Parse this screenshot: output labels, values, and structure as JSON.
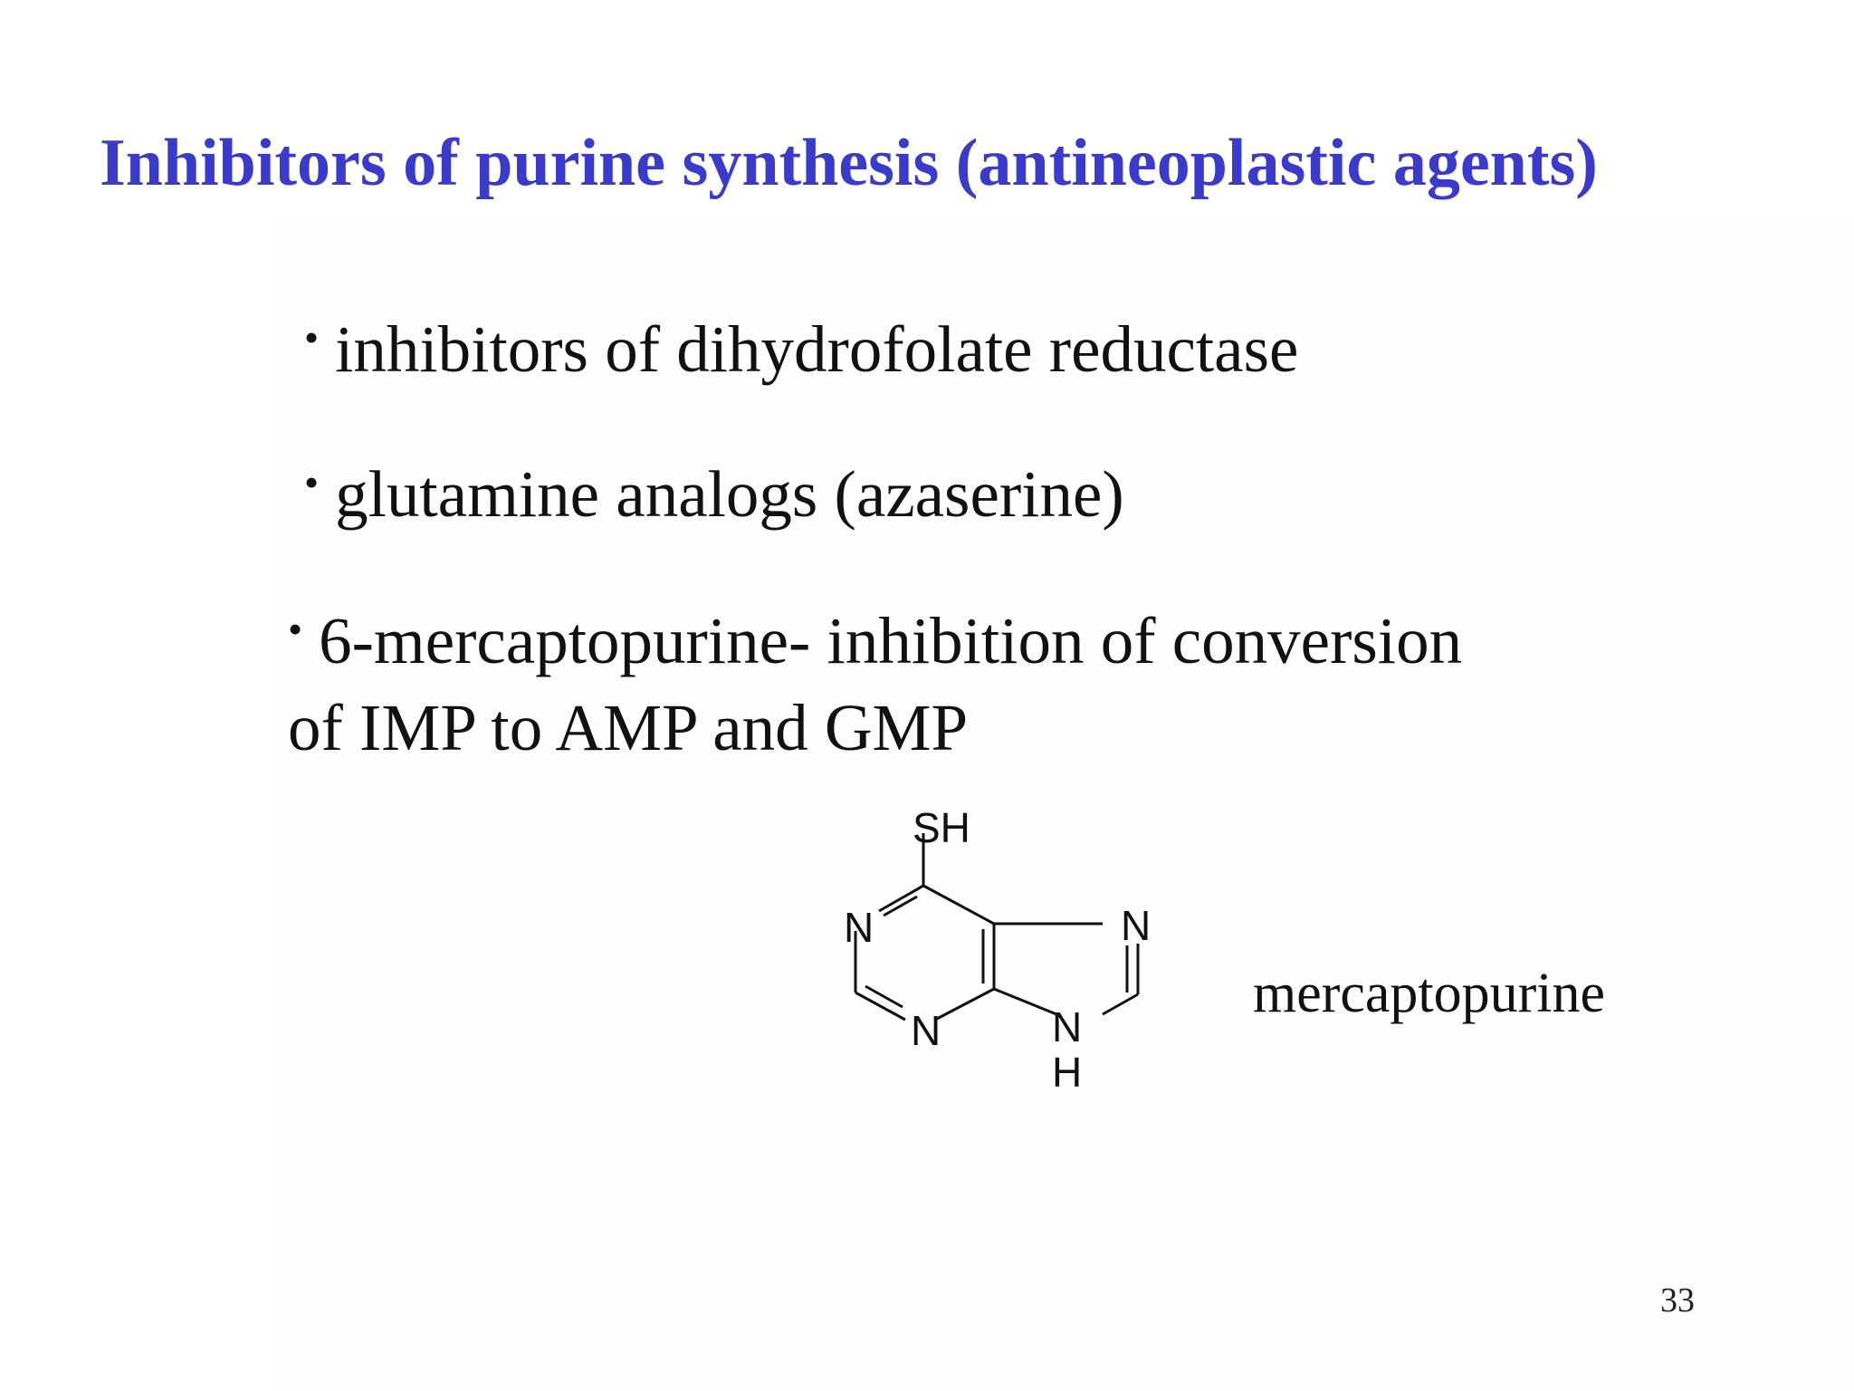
{
  "slide": {
    "title": "Inhibitors of purine synthesis (antineoplastic agents)",
    "bullets": [
      {
        "marker": "•",
        "text": "inhibitors of dihydrofolate reductase"
      },
      {
        "marker": "•",
        "text": "glutamine analogs (azaserine)"
      },
      {
        "marker": "•",
        "text": "6-mercaptopurine- inhibition of conversion",
        "text2": "of IMP to AMP and GMP"
      }
    ],
    "molecule": {
      "name": "mercaptopurine",
      "atoms": {
        "sh": "SH",
        "n1": "N",
        "n3": "N",
        "n7": "N",
        "n9": "N",
        "h9": "H"
      }
    },
    "page_number": "33",
    "colors": {
      "title": "#3a3acc",
      "text": "#111111",
      "background": "#ffffff"
    }
  }
}
